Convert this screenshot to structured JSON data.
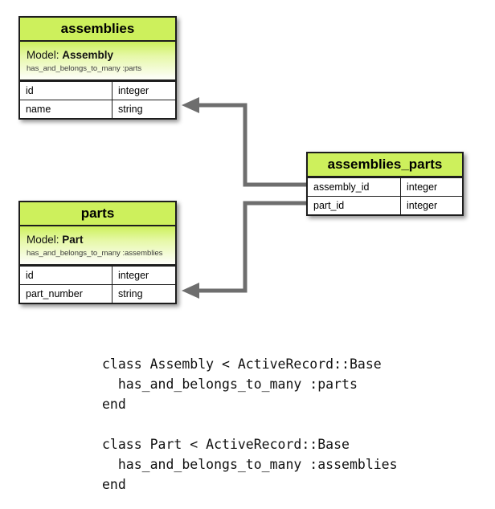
{
  "diagram": {
    "accent_header_color": "#cdf05c",
    "connector_color": "#6e6e6e",
    "border_color": "#1d1d1d",
    "tables": [
      {
        "id": "assemblies",
        "title": "assemblies",
        "model_prefix": "Model: ",
        "model_name": "Assembly",
        "model_association": "has_and_belongs_to_many :parts",
        "columns": [
          {
            "name": "id",
            "type": "integer"
          },
          {
            "name": "name",
            "type": "string"
          }
        ]
      },
      {
        "id": "parts",
        "title": "parts",
        "model_prefix": "Model: ",
        "model_name": "Part",
        "model_association": "has_and_belongs_to_many :assemblies",
        "columns": [
          {
            "name": "id",
            "type": "integer"
          },
          {
            "name": "part_number",
            "type": "string"
          }
        ]
      },
      {
        "id": "assemblies_parts",
        "title": "assemblies_parts",
        "columns": [
          {
            "name": "assembly_id",
            "type": "integer"
          },
          {
            "name": "part_id",
            "type": "integer"
          }
        ]
      }
    ]
  },
  "code": {
    "text": "class Assembly < ActiveRecord::Base\n  has_and_belongs_to_many :parts\nend\n\nclass Part < ActiveRecord::Base\n  has_and_belongs_to_many :assemblies\nend"
  }
}
